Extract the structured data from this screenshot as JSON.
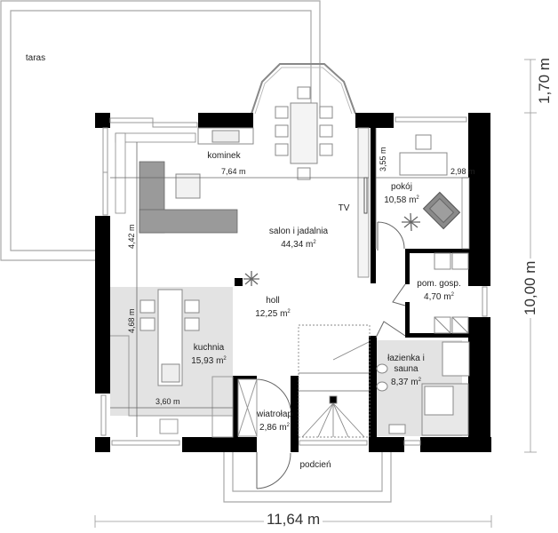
{
  "plan": {
    "area_unit": "m",
    "rooms": [
      {
        "id": "taras",
        "name": "taras",
        "area": ""
      },
      {
        "id": "kominek",
        "name": "kominek",
        "area": ""
      },
      {
        "id": "salon",
        "name": "salon i jadalnia",
        "area": "44,34"
      },
      {
        "id": "pokoj",
        "name": "pokój",
        "area": "10,58"
      },
      {
        "id": "pom-gosp",
        "name": "pom. gosp.",
        "area": "4,70"
      },
      {
        "id": "holl",
        "name": "holl",
        "area": "12,25"
      },
      {
        "id": "kuchnia",
        "name": "kuchnia",
        "area": "15,93"
      },
      {
        "id": "lazienka",
        "name": "łazienka i",
        "name2": "sauna",
        "area": "8,37"
      },
      {
        "id": "wiatrolap",
        "name": "wiatrołap",
        "area": "2,86"
      },
      {
        "id": "podcien",
        "name": "podcień",
        "area": ""
      }
    ],
    "tv_label": "TV",
    "area_suffix": "m",
    "area_sup": "2",
    "dimensions": {
      "salon_width": "7,64 m",
      "pokoj_width": "2,98 m",
      "pokoj_depth": "3,55 m",
      "salon_depth": "4,42 m",
      "kuchnia_depth": "4,68 m",
      "kuchnia_width": "3,60 m",
      "bay_depth": "1,70 m",
      "total_depth": "10,00 m",
      "total_width": "11,64 m"
    },
    "colors": {
      "wall": "#000000",
      "outline": "#a8a8a8",
      "wet_floor": "#e3e3e3",
      "sofa": "#9a9a9a",
      "text": "#222222"
    }
  }
}
